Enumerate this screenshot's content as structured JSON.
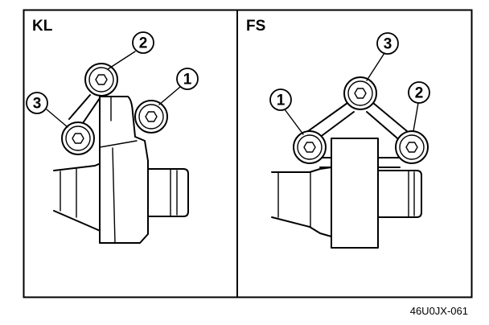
{
  "panels": [
    {
      "label": "KL",
      "callouts": [
        "2",
        "1",
        "3"
      ]
    },
    {
      "label": "FS",
      "callouts": [
        "3",
        "1",
        "2"
      ]
    }
  ],
  "figure_code": "46U0JX-061"
}
